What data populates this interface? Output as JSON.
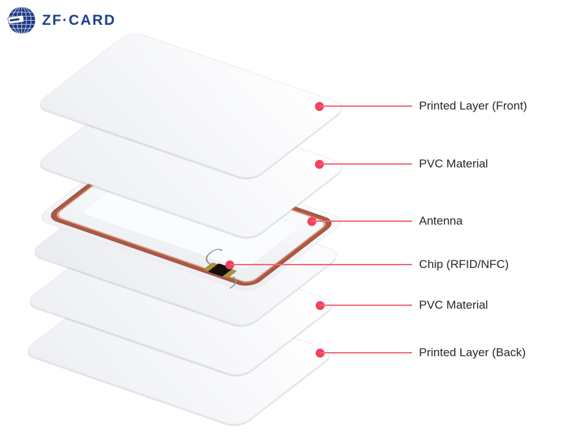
{
  "brand": {
    "name": "ZF·CARD",
    "logo_icon": "globe-card-icon"
  },
  "diagram": {
    "type": "exploded-view"
  },
  "callouts": [
    {
      "id": "printed-layer-front",
      "label": "Printed Layer (Front)"
    },
    {
      "id": "pvc-material-top",
      "label": "PVC Material"
    },
    {
      "id": "antenna",
      "label": "Antenna"
    },
    {
      "id": "chip-rfid-nfc",
      "label": "Chip (RFID/NFC)"
    },
    {
      "id": "pvc-material-bottom",
      "label": "PVC Material"
    },
    {
      "id": "printed-layer-back",
      "label": "Printed Layer (Back)"
    }
  ],
  "colors": {
    "accent_dot": "#f4425c",
    "accent_line": "#f2697b",
    "brand_navy": "#1d3f8e",
    "coil_copper": "#a85039"
  }
}
